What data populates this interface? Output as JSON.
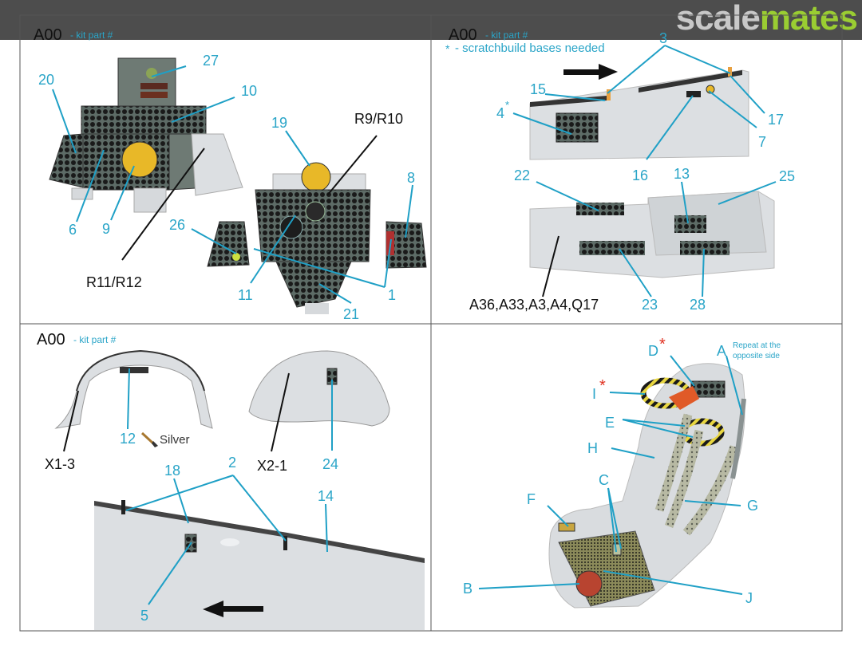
{
  "brand": {
    "part1": "scale",
    "part2": "mates"
  },
  "legend": {
    "code": "A00",
    "desc": "- kit part #",
    "note_star": "*",
    "note": "- scratchbuild bases needed"
  },
  "q1": {
    "callouts": [
      "20",
      "27",
      "10",
      "R9/R10",
      "19",
      "8",
      "6",
      "9",
      "26",
      "11",
      "1",
      "21",
      "R11/R12"
    ]
  },
  "q2": {
    "callouts": [
      "3",
      "15",
      "4",
      "*",
      "17",
      "7",
      "16",
      "22",
      "13",
      "25",
      "A36,A33,A3,A4,Q17",
      "23",
      "28"
    ]
  },
  "q3": {
    "callouts": [
      "12",
      "X1-3",
      "X2-1",
      "24",
      "18",
      "2",
      "14",
      "5"
    ],
    "paint": "Silver"
  },
  "q4": {
    "callouts": [
      "D",
      "A",
      "I",
      "E",
      "H",
      "C",
      "F",
      "G",
      "B",
      "J"
    ],
    "star": "*",
    "note": [
      "Repeat at the",
      "opposite side"
    ]
  },
  "colors": {
    "callout_blue": "#2aa5c8",
    "leader": "#1fa0c6",
    "black": "#111111",
    "star_red": "#e03020",
    "header": "#4d4d4d"
  }
}
